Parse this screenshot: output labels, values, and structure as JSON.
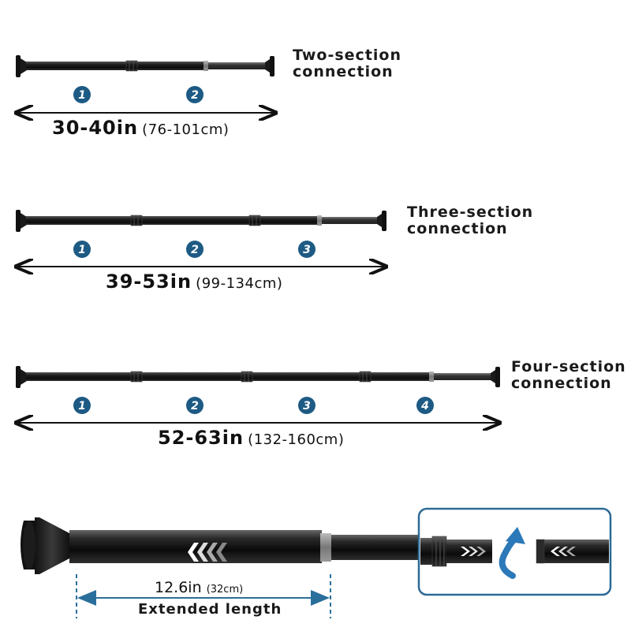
{
  "configs": [
    {
      "title_line1": "Two-section",
      "title_line2": "connection",
      "range_in": "30-40in",
      "range_cm": "(76-101cm)",
      "markers": [
        "1",
        "2"
      ]
    },
    {
      "title_line1": "Three-section",
      "title_line2": "connection",
      "range_in": "39-53in",
      "range_cm": "(99-134cm)",
      "markers": [
        "1",
        "2",
        "3"
      ]
    },
    {
      "title_line1": "Four-section",
      "title_line2": "connection",
      "range_in": "52-63in",
      "range_cm": "(132-160cm)",
      "markers": [
        "1",
        "2",
        "3",
        "4"
      ]
    }
  ],
  "extension": {
    "length_in": "12.6in",
    "length_cm": "(32cm)",
    "caption": "Extended length"
  },
  "colors": {
    "marker_blue": "#1d5a84",
    "dimension_blue": "#2a6f9c",
    "rod_black": "#1b1b1b",
    "frame_blue": "#2d6a96",
    "arrow_blue": "#2b79b8"
  }
}
